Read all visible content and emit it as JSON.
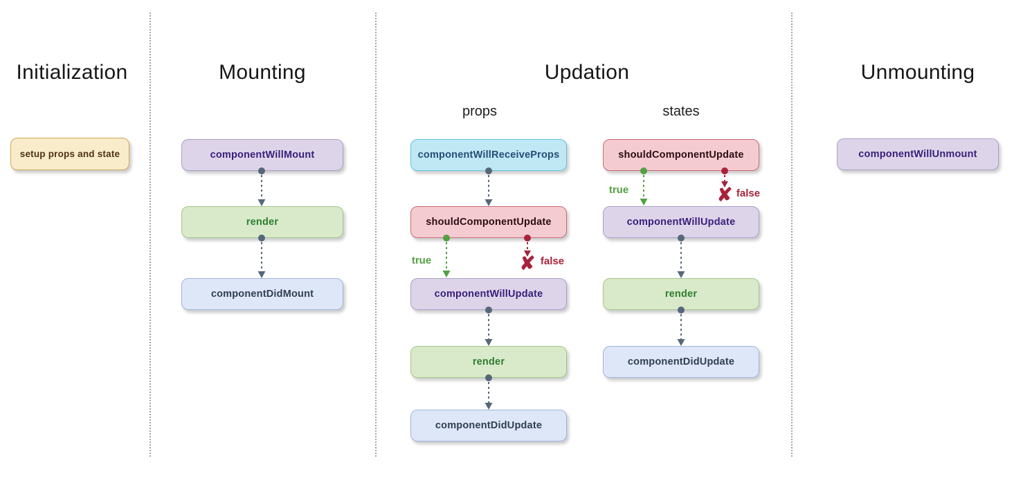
{
  "palette": {
    "tan": {
      "bg": "#f9ecca",
      "border": "#d2a75b",
      "text": "#4f3118"
    },
    "purple": {
      "bg": "#ded4ea",
      "border": "#a99fc4",
      "text": "#371f7a"
    },
    "green": {
      "bg": "#d8eac9",
      "border": "#a3c68c",
      "text": "#2f7d32"
    },
    "blue": {
      "bg": "#dde7f7",
      "border": "#9fb4dd",
      "text": "#2f3f52"
    },
    "cyan": {
      "bg": "#bfe7f4",
      "border": "#62c4de",
      "text": "#254e77"
    },
    "pink": {
      "bg": "#f4cbd1",
      "border": "#cb6a75",
      "text": "#2b0d12"
    },
    "arrow_gray": "#56677a",
    "branch_true_green": "#53a043",
    "branch_false_red": "#a8233a",
    "separator_gray": "#a0a8a0"
  },
  "sections": {
    "initialization": {
      "title": "Initialization"
    },
    "mounting": {
      "title": "Mounting"
    },
    "updation": {
      "title": "Updation",
      "props_label": "props",
      "states_label": "states"
    },
    "unmounting": {
      "title": "Unmounting"
    }
  },
  "boxes": {
    "initialization": [
      {
        "label": "setup props and state",
        "color": "tan"
      }
    ],
    "mounting": [
      {
        "label": "componentWillMount",
        "color": "purple"
      },
      {
        "label": "render",
        "color": "green"
      },
      {
        "label": "componentDidMount",
        "color": "blue"
      }
    ],
    "updation_props": [
      {
        "label": "componentWillReceiveProps",
        "color": "cyan"
      },
      {
        "label": "shouldComponentUpdate",
        "color": "pink"
      },
      {
        "label": "componentWillUpdate",
        "color": "purple"
      },
      {
        "label": "render",
        "color": "green"
      },
      {
        "label": "componentDidUpdate",
        "color": "blue"
      }
    ],
    "updation_states": [
      {
        "label": "shouldComponentUpdate",
        "color": "pink"
      },
      {
        "label": "componentWillUpdate",
        "color": "purple"
      },
      {
        "label": "render",
        "color": "green"
      },
      {
        "label": "componentDidUpdate",
        "color": "blue"
      }
    ],
    "unmounting": [
      {
        "label": "componentWillUnmount",
        "color": "purple"
      }
    ]
  },
  "branch_labels": {
    "true": "true",
    "false": "false",
    "cross_glyph": "✘"
  }
}
